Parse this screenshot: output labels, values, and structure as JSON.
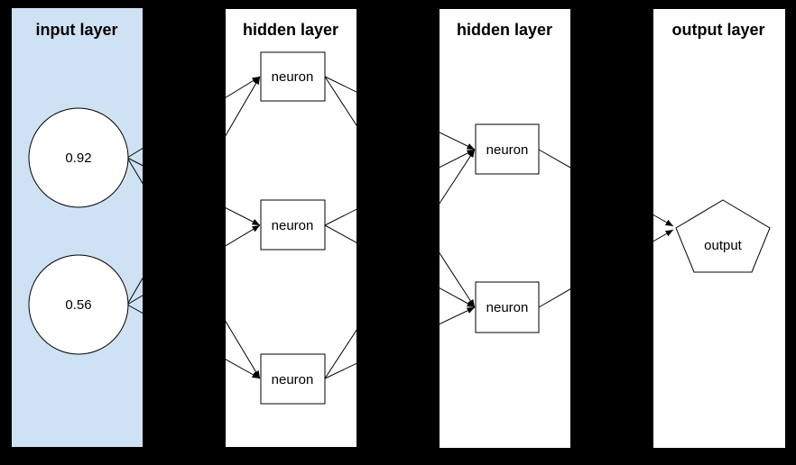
{
  "diagram": {
    "background_color": "#000000",
    "line_color": "#000000",
    "layers": [
      {
        "title": "input layer",
        "panel_color": "#cfe2f3",
        "nodes": [
          {
            "id": "input-1",
            "shape": "circle",
            "label": "0.92"
          },
          {
            "id": "input-2",
            "shape": "circle",
            "label": "0.56"
          }
        ]
      },
      {
        "title": "hidden layer",
        "panel_color": "#ffffff",
        "nodes": [
          {
            "id": "hidden1-1",
            "shape": "rectangle",
            "label": "neuron"
          },
          {
            "id": "hidden1-2",
            "shape": "rectangle",
            "label": "neuron"
          },
          {
            "id": "hidden1-3",
            "shape": "rectangle",
            "label": "neuron"
          }
        ]
      },
      {
        "title": "hidden layer",
        "panel_color": "#ffffff",
        "nodes": [
          {
            "id": "hidden2-1",
            "shape": "rectangle",
            "label": "neuron"
          },
          {
            "id": "hidden2-2",
            "shape": "rectangle",
            "label": "neuron"
          }
        ]
      },
      {
        "title": "output layer",
        "panel_color": "#ffffff",
        "nodes": [
          {
            "id": "output-1",
            "shape": "pentagon",
            "label": "output"
          }
        ]
      }
    ],
    "connections": [
      [
        "input-1",
        "hidden1-1"
      ],
      [
        "input-1",
        "hidden1-2"
      ],
      [
        "input-1",
        "hidden1-3"
      ],
      [
        "input-2",
        "hidden1-1"
      ],
      [
        "input-2",
        "hidden1-2"
      ],
      [
        "input-2",
        "hidden1-3"
      ],
      [
        "hidden1-1",
        "hidden2-1"
      ],
      [
        "hidden1-1",
        "hidden2-2"
      ],
      [
        "hidden1-2",
        "hidden2-1"
      ],
      [
        "hidden1-2",
        "hidden2-2"
      ],
      [
        "hidden1-3",
        "hidden2-1"
      ],
      [
        "hidden1-3",
        "hidden2-2"
      ],
      [
        "hidden2-1",
        "output-1"
      ],
      [
        "hidden2-2",
        "output-1"
      ]
    ]
  }
}
